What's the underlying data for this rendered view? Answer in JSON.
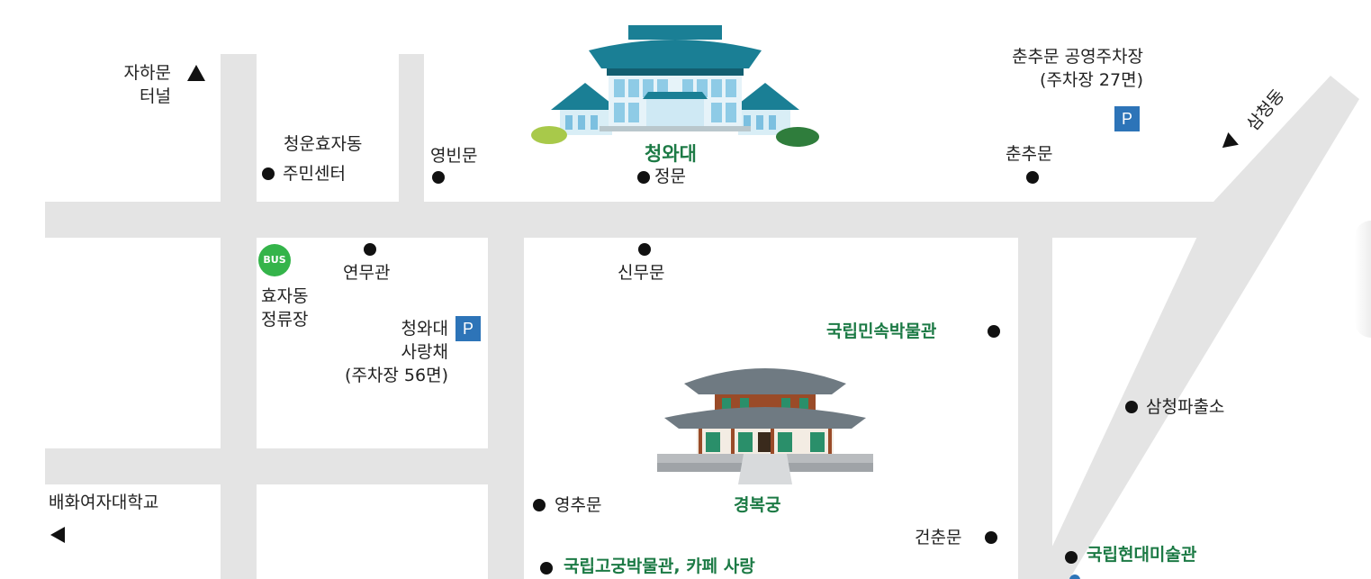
{
  "labels": {
    "jahamun_tunnel_1": "자하문",
    "jahamun_tunnel_2": "터널",
    "cheongun_center_1": "청운효자동",
    "cheongun_center_2": "주민센터",
    "yeongbinmun": "영빈문",
    "cheongwadae": "청와대",
    "main_gate": "정문",
    "chunchumun_parking_1": "춘추문 공영주차장",
    "chunchumun_parking_2": "(주차장 27면)",
    "chunchumun": "춘추문",
    "samcheongdong": "삼청동",
    "yeonmugwan": "연무관",
    "sinmumun": "신무문",
    "bus_stop_1": "효자동",
    "bus_stop_2": "정류장",
    "sarangchae_1": "청와대",
    "sarangchae_2": "사랑채",
    "sarangchae_3": "(주차장 56면)",
    "folk_museum": "국립민속박물관",
    "samcheong_police": "삼청파출소",
    "baehwa_univ": "배화여자대학교",
    "yeongchumun": "영추문",
    "gyeongbokgung": "경복궁",
    "geonchunmun": "건춘문",
    "palace_museum": "국립고궁박물관, 카페 사랑",
    "mmca": "국립현대미술관"
  },
  "badges": {
    "parking": "P",
    "bus": "BUS"
  },
  "colors": {
    "green_label": "#1c7a45",
    "road": "#e4e4e4",
    "parking": "#2d74b8",
    "bus": "#34b44a",
    "roof_teal": "#1a7f95",
    "palace_roof": "#6f7a82"
  }
}
